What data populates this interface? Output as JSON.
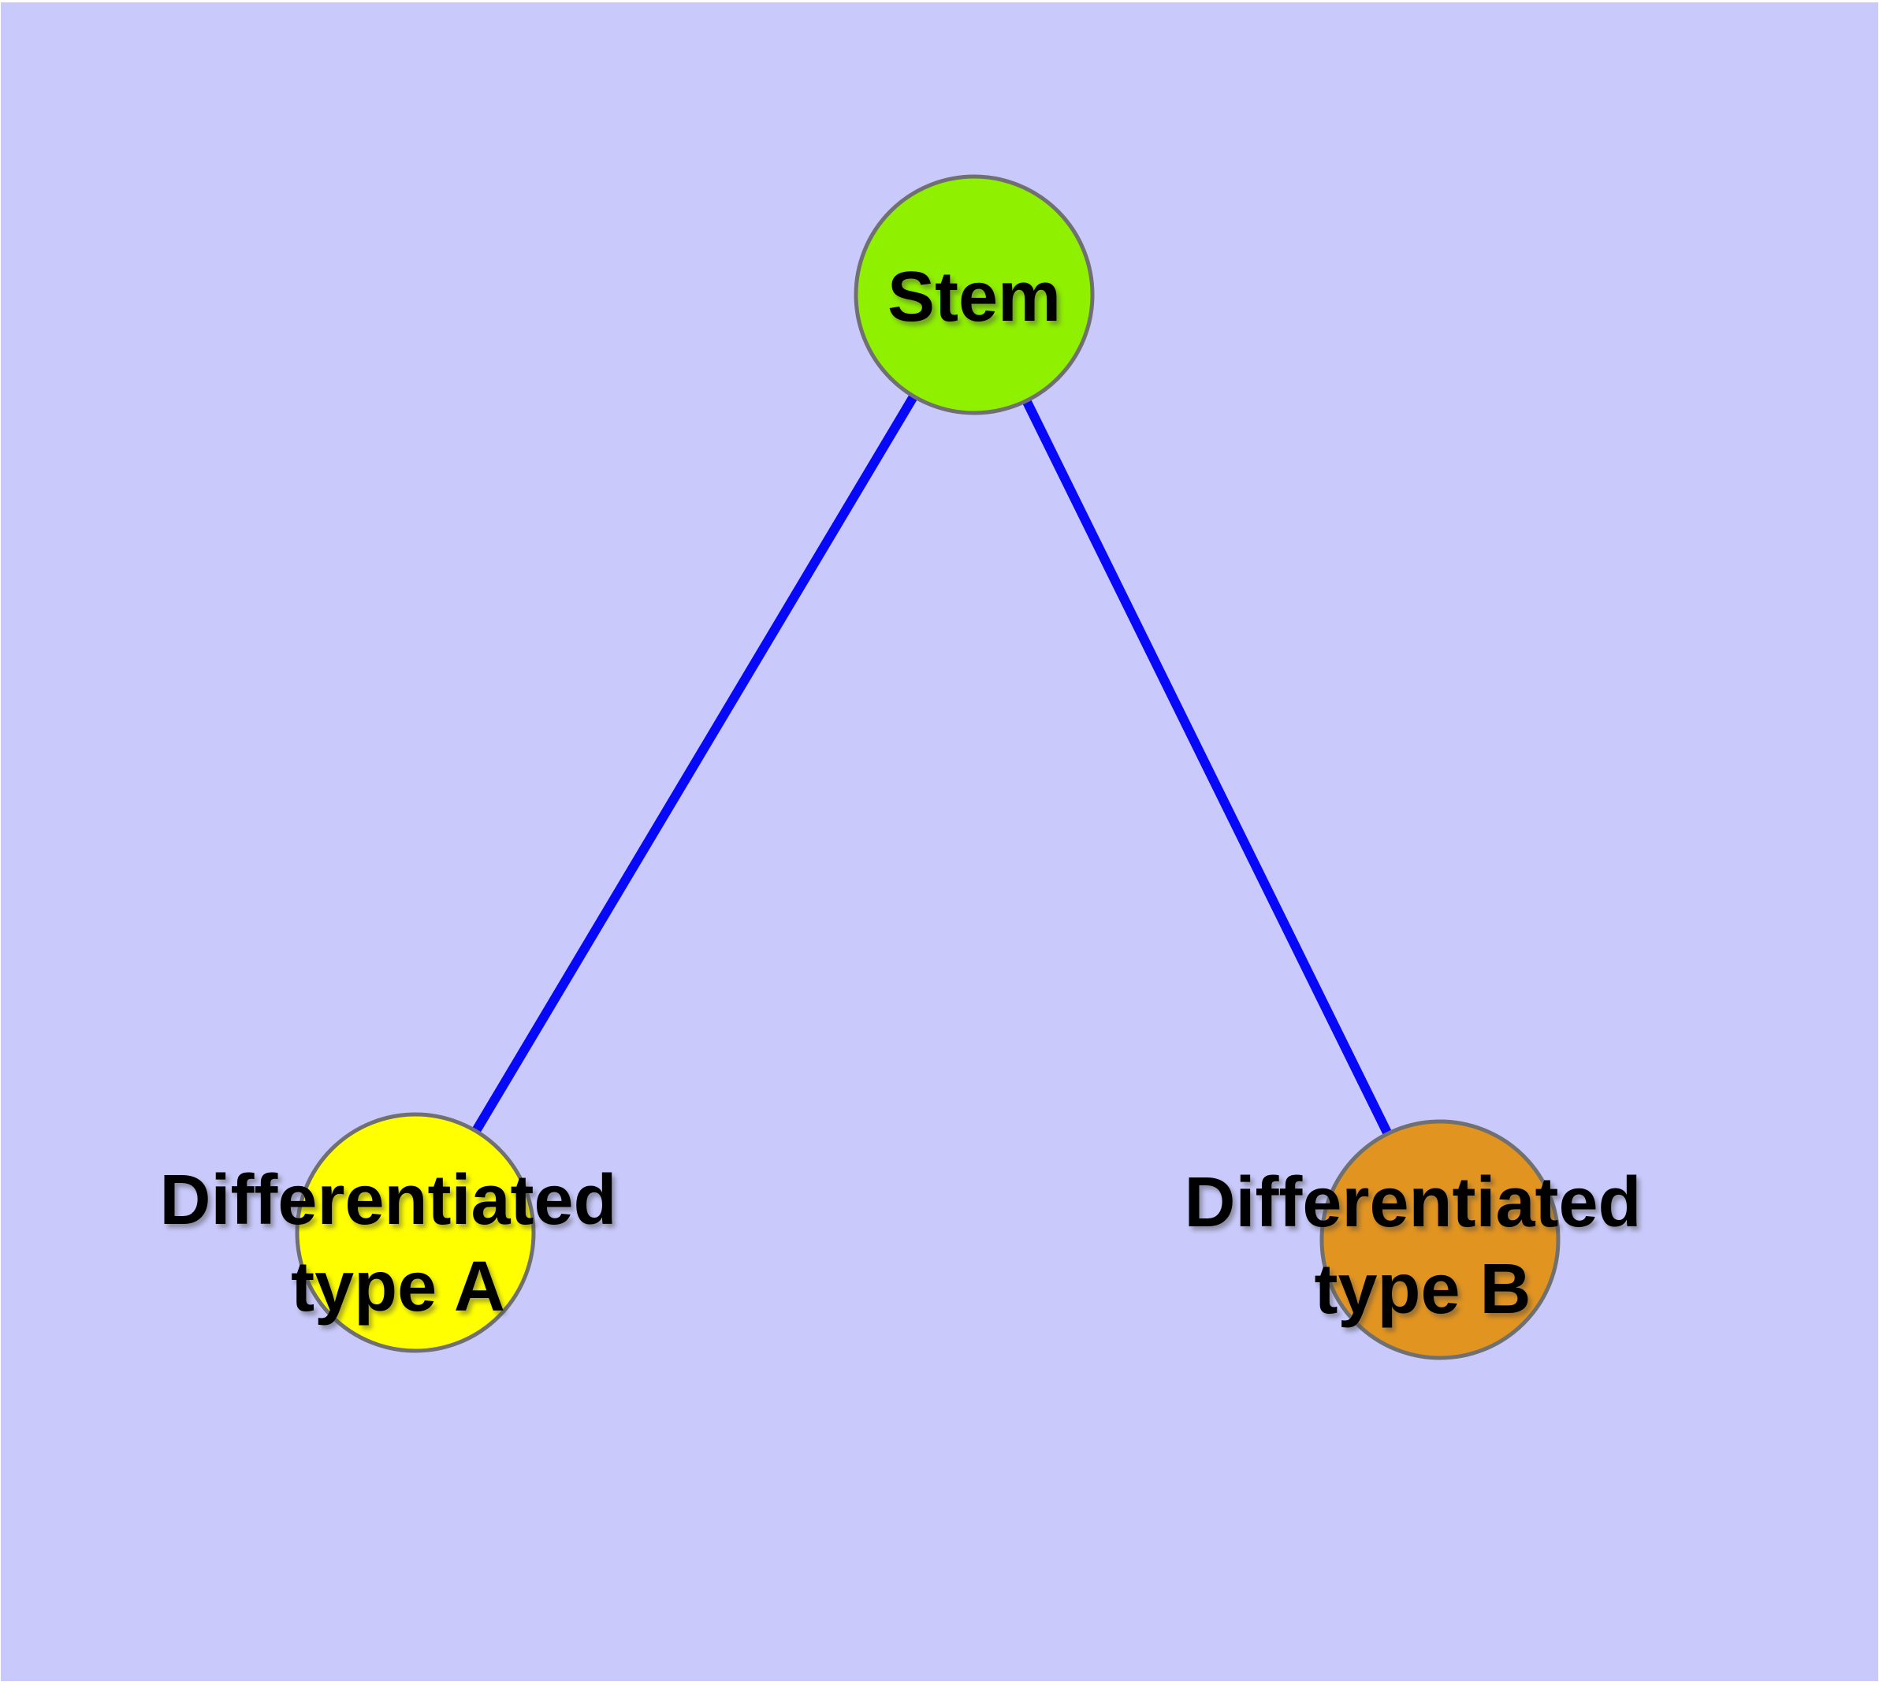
{
  "colors": {
    "page_margin": "#ffffff",
    "background": "#c9c9fb",
    "edge": "#0808f8",
    "node_border": "#707070",
    "text": "#000000"
  },
  "diagram": {
    "nodes": [
      {
        "id": "stem",
        "label": "Stem",
        "lines": [
          "Stem"
        ],
        "color": "#8ff000"
      },
      {
        "id": "type-a",
        "label": "Differentiated type A",
        "lines": [
          "Differentiated",
          "type A"
        ],
        "color": "#ffff00"
      },
      {
        "id": "type-b",
        "label": "Differentiated type B",
        "lines": [
          "Differentiated",
          "type B"
        ],
        "color": "#e29421"
      }
    ],
    "edges": [
      {
        "from": "stem",
        "to": "type-a"
      },
      {
        "from": "stem",
        "to": "type-b"
      }
    ]
  }
}
